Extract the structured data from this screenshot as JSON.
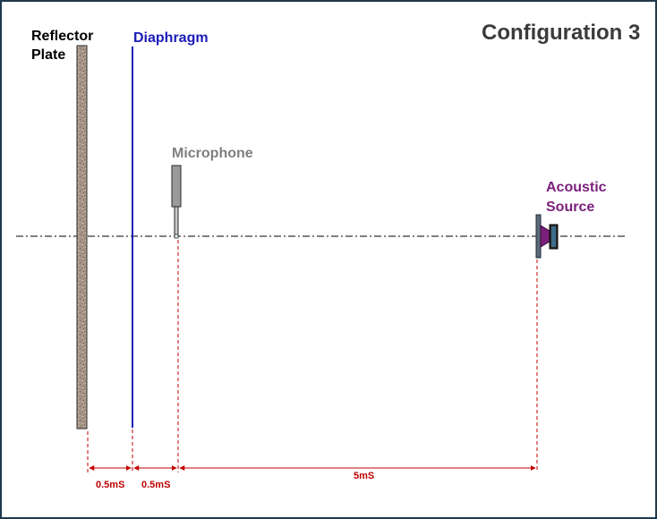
{
  "title": "Configuration 3",
  "labels": {
    "reflector_line1": "Reflector",
    "reflector_line2": "Plate",
    "diaphragm": "Diaphragm",
    "microphone": "Microphone",
    "source_line1": "Acoustic",
    "source_line2": "Source"
  },
  "dimensions": {
    "reflector_to_diaphragm": "0.5mS",
    "diaphragm_to_microphone": "0.5mS",
    "microphone_to_source": "5mS"
  },
  "colors": {
    "frame": "#1f3a4d",
    "diaphragm": "#1a1ab8",
    "microphone": "#7f7f7f",
    "source": "#7a1f7a",
    "dimension": "#c00000",
    "reflector_plate": "#a89688"
  }
}
